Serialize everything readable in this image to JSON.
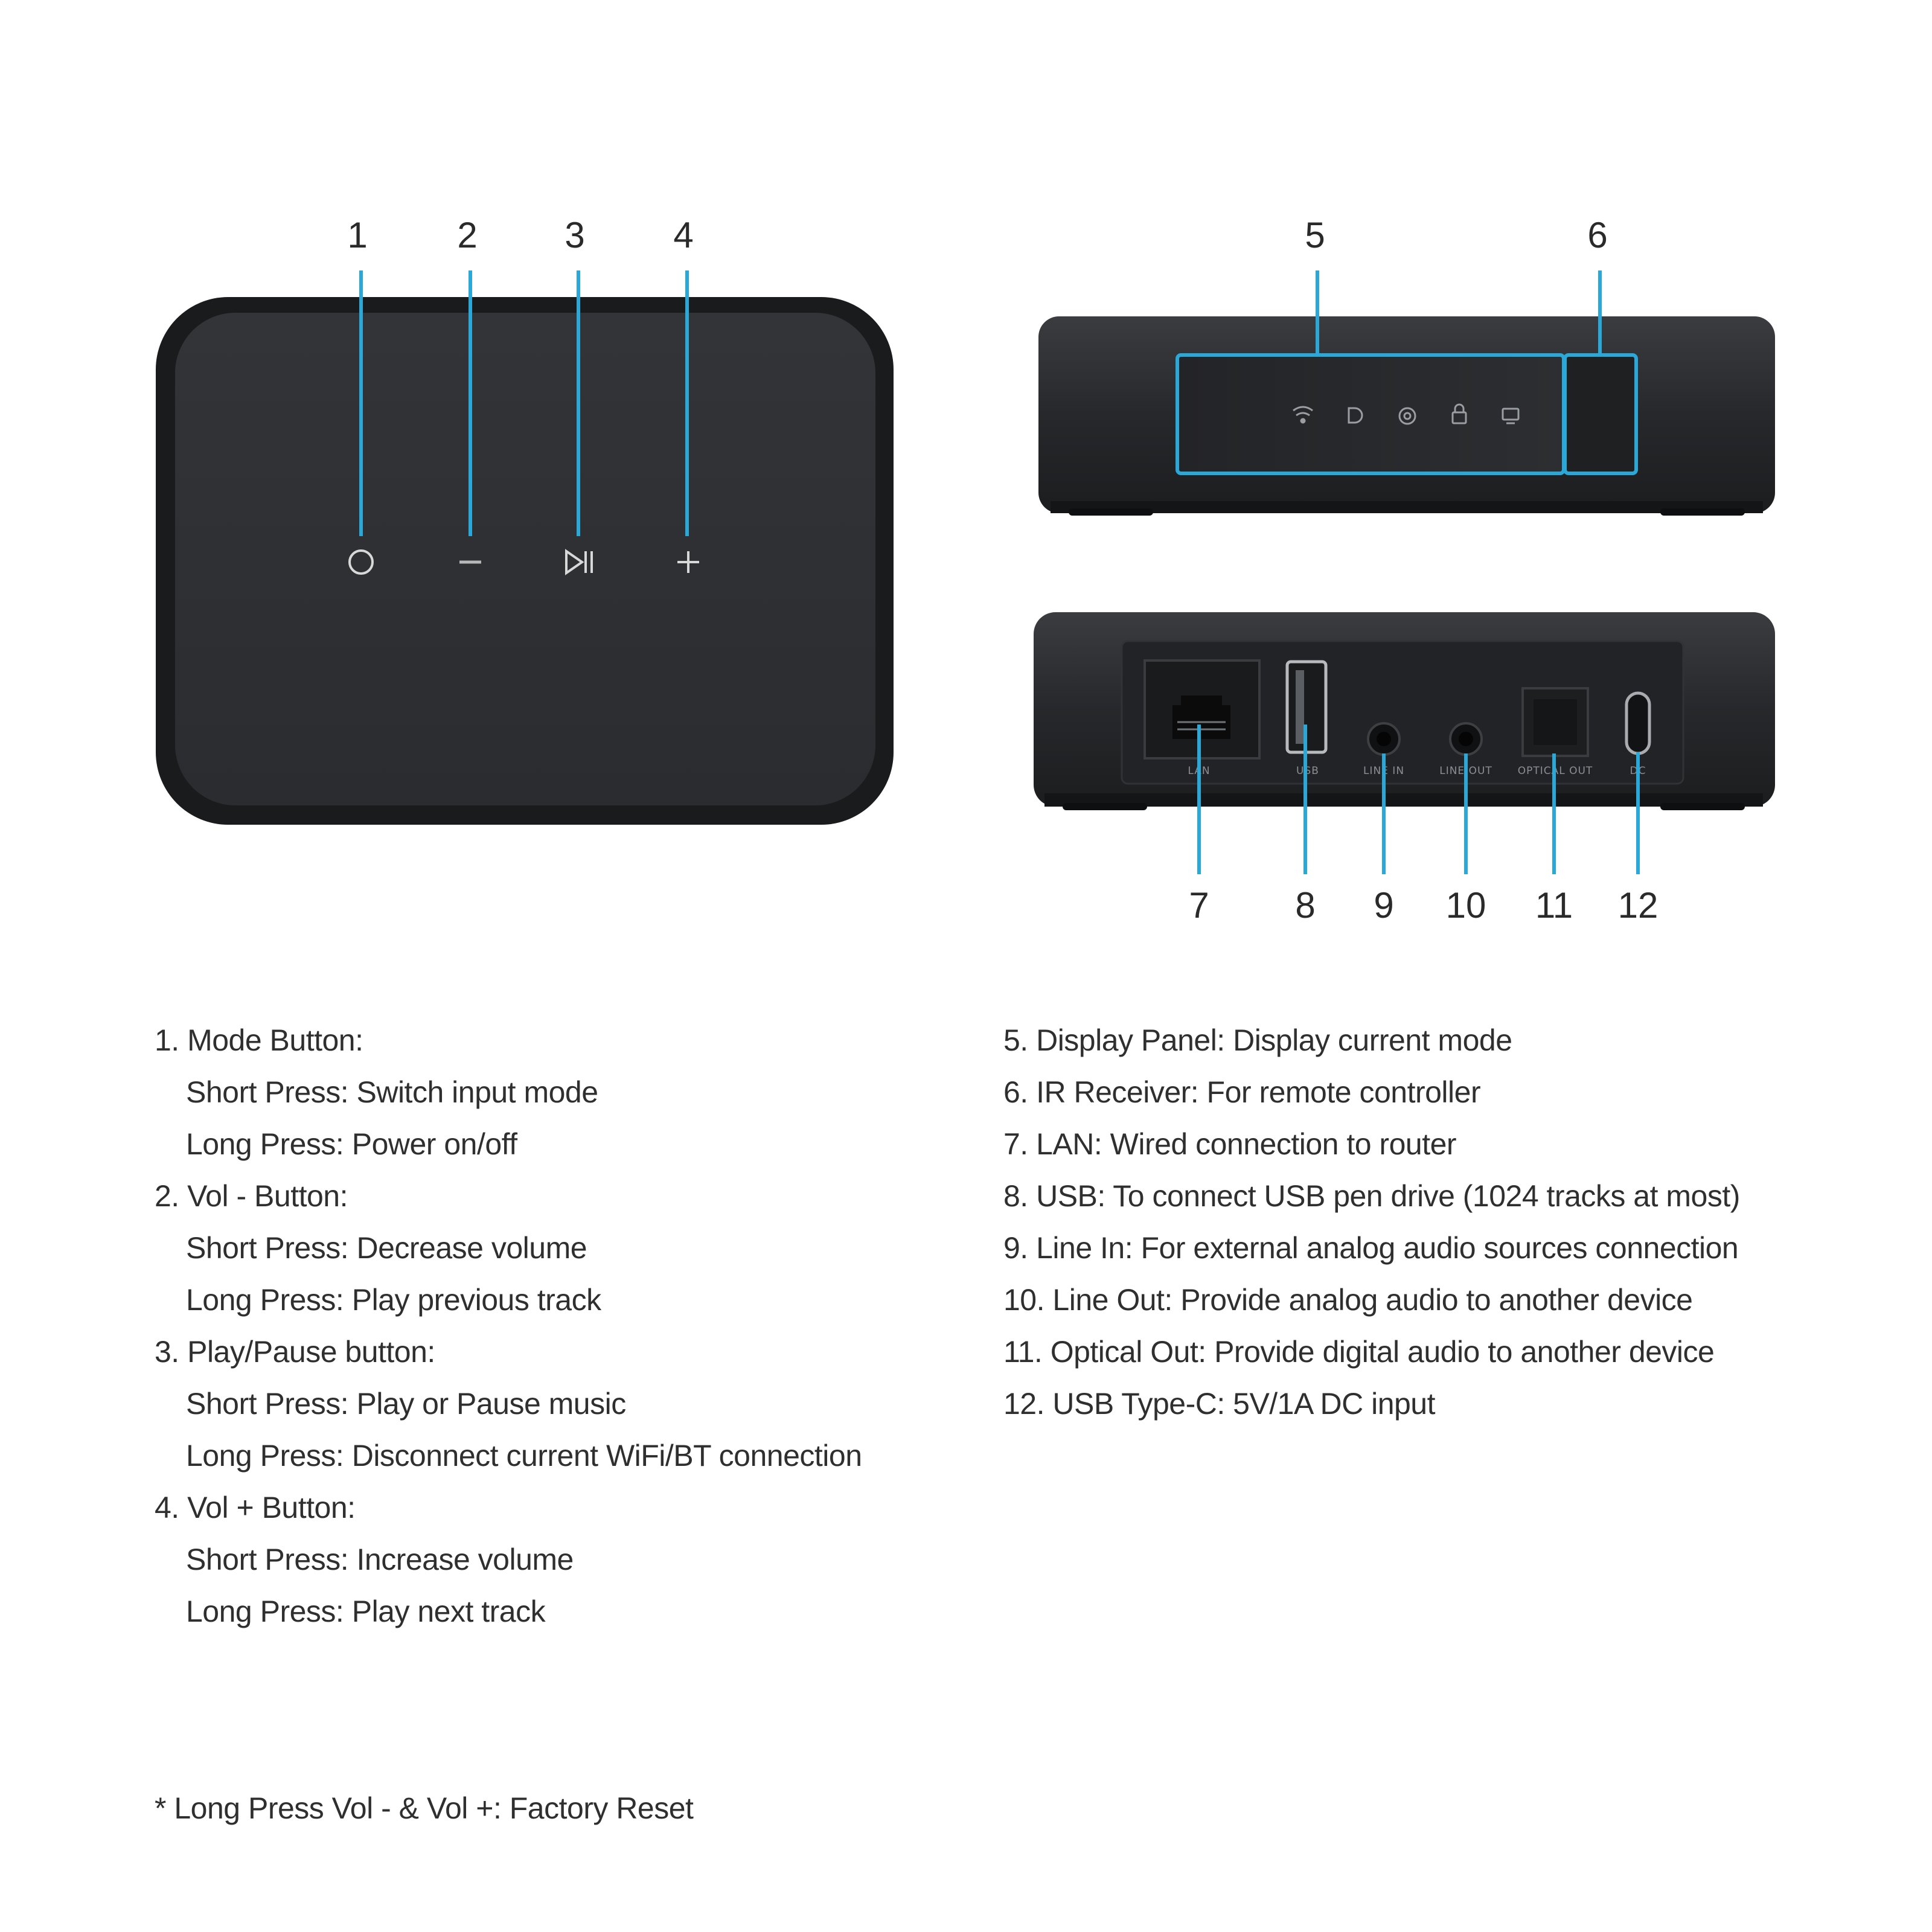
{
  "colors": {
    "callout_line": "#2aa8d8",
    "device_body": "#2b2d30",
    "device_dark": "#1b1c1e",
    "text": "#2f2f2f"
  },
  "callouts": {
    "top_buttons": [
      "1",
      "2",
      "3",
      "4"
    ],
    "front": [
      "5",
      "6"
    ],
    "rear": [
      "7",
      "8",
      "9",
      "10",
      "11",
      "12"
    ]
  },
  "device": {
    "top_button_icons": [
      "mode-circle-icon",
      "minus-icon",
      "play-pause-icon",
      "plus-icon"
    ],
    "front_indicator_icons": [
      "wifi-icon",
      "bluetooth-icon",
      "airplay-icon",
      "line-in-icon",
      "optical-icon"
    ],
    "rear_port_labels": [
      "LAN",
      "USB",
      "LINE IN",
      "LINE OUT",
      "OPTICAL OUT",
      "DC"
    ]
  },
  "descriptions_left": [
    {
      "text": "1. Mode Button:",
      "indent": false
    },
    {
      "text": "Short Press: Switch input mode",
      "indent": true
    },
    {
      "text": "Long Press: Power on/off",
      "indent": true
    },
    {
      "text": "2. Vol - Button:",
      "indent": false
    },
    {
      "text": "Short Press: Decrease volume",
      "indent": true
    },
    {
      "text": "Long Press: Play previous track",
      "indent": true
    },
    {
      "text": "3. Play/Pause button:",
      "indent": false
    },
    {
      "text": "Short Press: Play or Pause music",
      "indent": true
    },
    {
      "text": "Long Press: Disconnect current WiFi/BT connection",
      "indent": true
    },
    {
      "text": "4. Vol + Button:",
      "indent": false
    },
    {
      "text": "Short Press: Increase volume",
      "indent": true
    },
    {
      "text": "Long Press: Play next track",
      "indent": true
    }
  ],
  "descriptions_right": [
    "5. Display Panel: Display current mode",
    "6. IR Receiver: For remote controller",
    "7. LAN: Wired connection to router",
    "8. USB: To connect USB pen drive (1024 tracks at most)",
    "9. Line In: For external analog audio sources connection",
    "10. Line Out: Provide analog audio to another device",
    "11. Optical Out: Provide digital audio to another device",
    "12. USB Type-C: 5V/1A DC input"
  ],
  "footnote": "* Long Press Vol - & Vol +: Factory Reset"
}
